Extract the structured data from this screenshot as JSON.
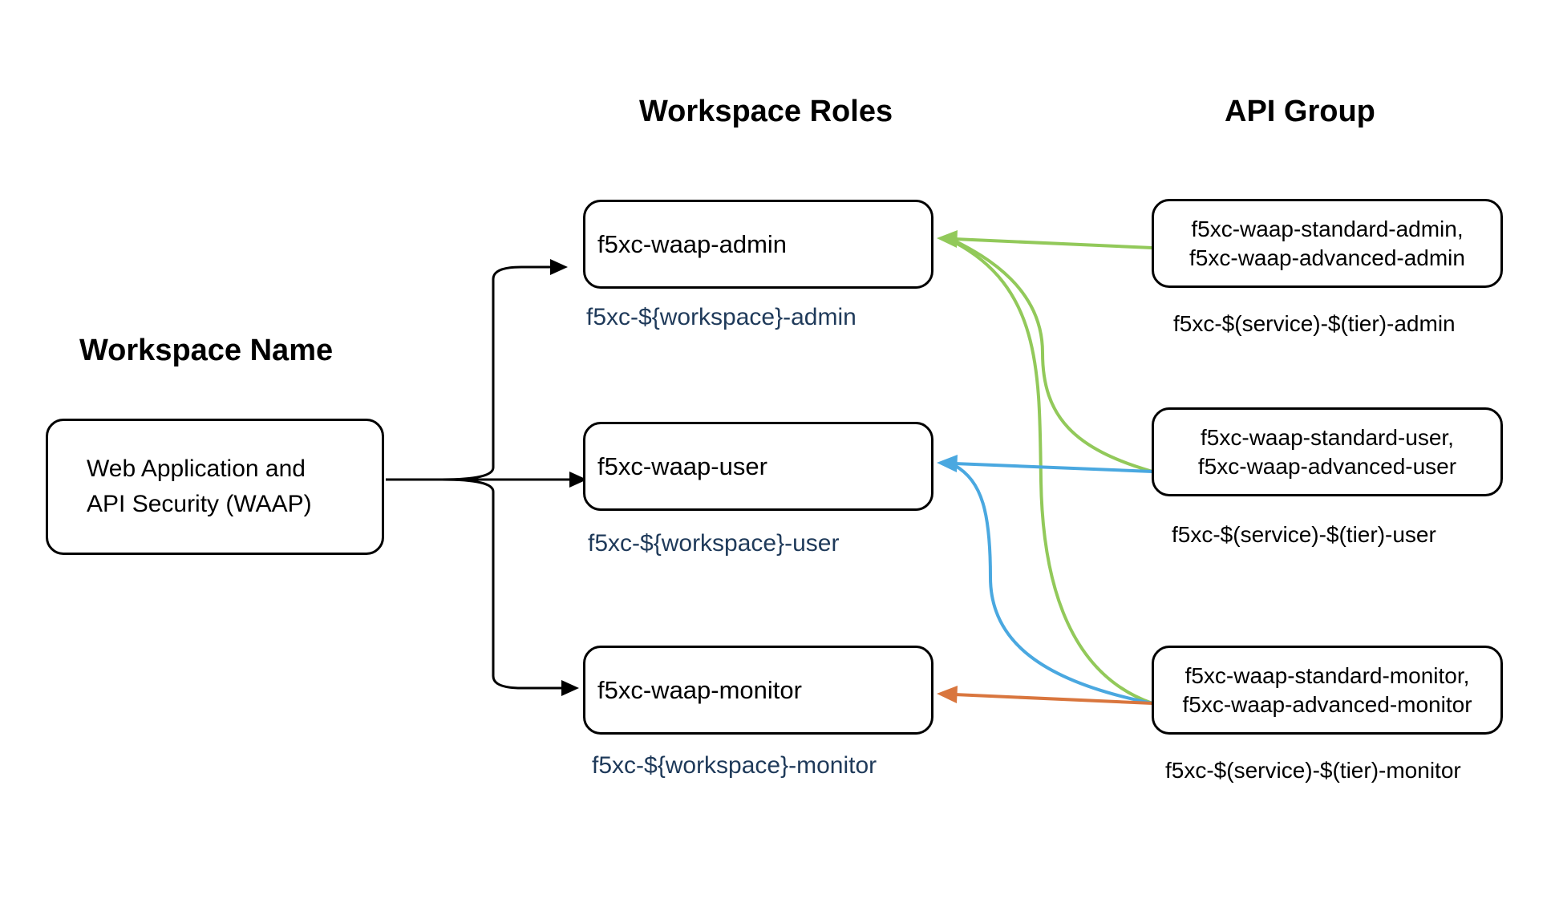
{
  "headings": {
    "workspace_name": "Workspace Name",
    "workspace_roles": "Workspace Roles",
    "api_group": "API Group"
  },
  "workspace": {
    "line1": "Web Application and",
    "line2": "API Security (WAAP)"
  },
  "roles": [
    {
      "label": "f5xc-waap-admin",
      "pattern": "f5xc-${workspace}-admin"
    },
    {
      "label": "f5xc-waap-user",
      "pattern": "f5xc-${workspace}-user"
    },
    {
      "label": "f5xc-waap-monitor",
      "pattern": "f5xc-${workspace}-monitor"
    }
  ],
  "api_groups": [
    {
      "line1": "f5xc-waap-standard-admin,",
      "line2": "f5xc-waap-advanced-admin",
      "pattern": "f5xc-$(service)-$(tier)-admin"
    },
    {
      "line1": "f5xc-waap-standard-user,",
      "line2": "f5xc-waap-advanced-user",
      "pattern": "f5xc-$(service)-$(tier)-user"
    },
    {
      "line1": "f5xc-waap-standard-monitor,",
      "line2": "f5xc-waap-advanced-monitor",
      "pattern": "f5xc-$(service)-$(tier)-monitor"
    }
  ],
  "colors": {
    "admin_arrow": "#92c95a",
    "user_arrow": "#4aa8e0",
    "monitor_arrow": "#d9763e",
    "pattern_text": "#1f3a5a"
  }
}
